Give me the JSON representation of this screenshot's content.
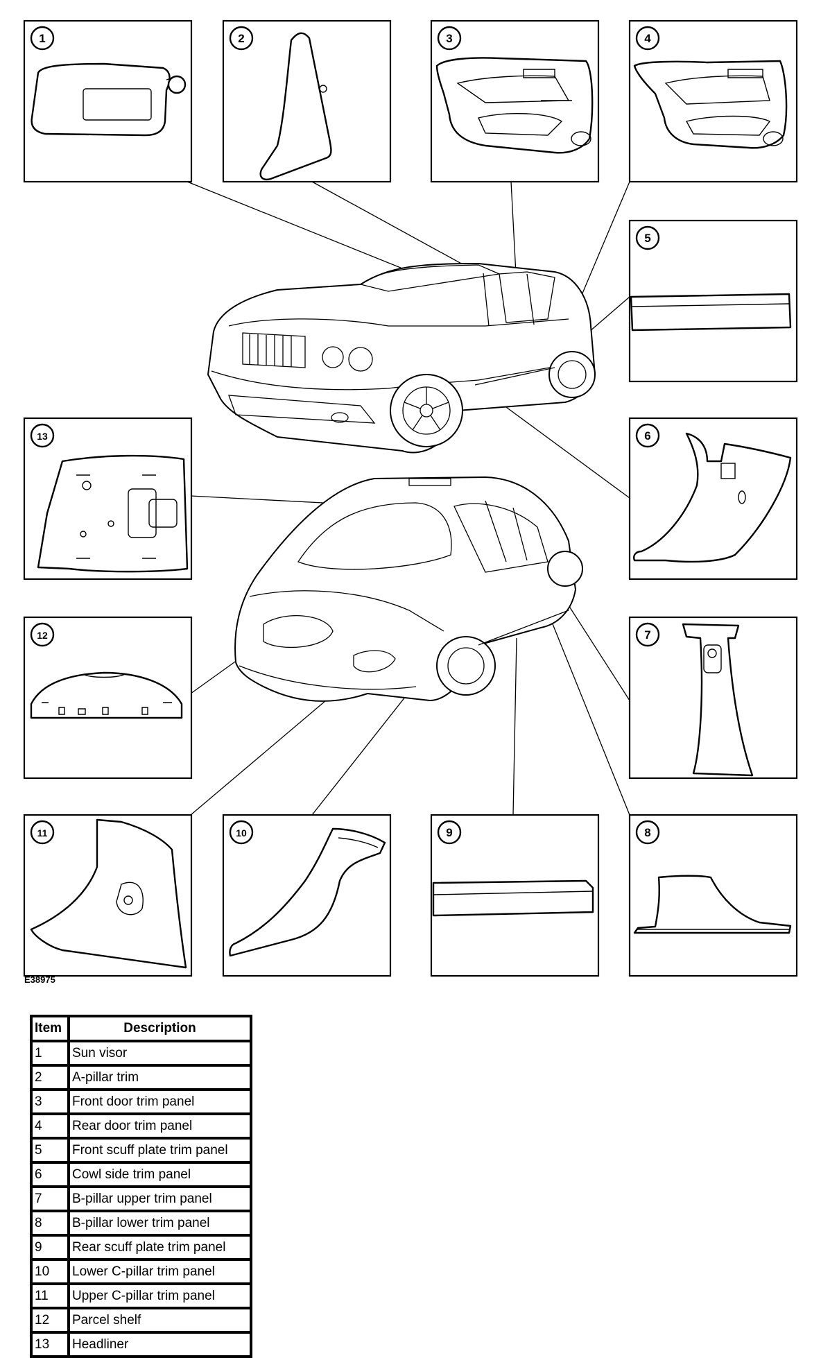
{
  "figure_id": "E38975",
  "callouts": [
    "1",
    "2",
    "3",
    "4",
    "5",
    "6",
    "7",
    "8",
    "9",
    "10",
    "11",
    "12",
    "13"
  ],
  "table": {
    "header_item": "Item",
    "header_description": "Description",
    "rows": [
      {
        "item": "1",
        "description": "Sun visor"
      },
      {
        "item": "2",
        "description": "A-pillar trim"
      },
      {
        "item": "3",
        "description": "Front door trim panel"
      },
      {
        "item": "4",
        "description": "Rear door trim panel"
      },
      {
        "item": "5",
        "description": "Front scuff plate trim panel"
      },
      {
        "item": "6",
        "description": "Cowl side trim panel"
      },
      {
        "item": "7",
        "description": "B-pillar upper trim panel"
      },
      {
        "item": "8",
        "description": "B-pillar lower trim panel"
      },
      {
        "item": "9",
        "description": "Rear scuff plate trim panel"
      },
      {
        "item": "10",
        "description": "Lower C-pillar trim panel"
      },
      {
        "item": "11",
        "description": "Upper C-pillar trim panel"
      },
      {
        "item": "12",
        "description": "Parcel shelf"
      },
      {
        "item": "13",
        "description": "Headliner"
      }
    ]
  }
}
